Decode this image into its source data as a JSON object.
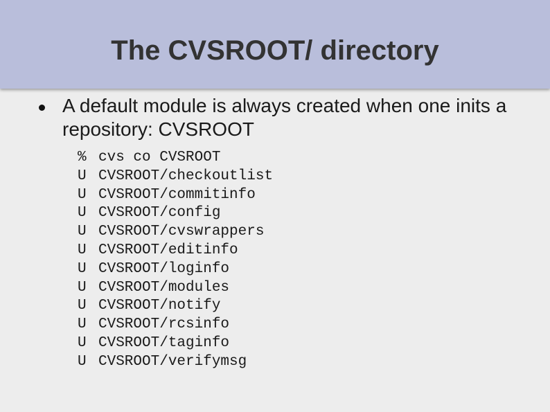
{
  "slide": {
    "title": "The CVSROOT/ directory",
    "bullet": "A default module is always created when one inits a repository: CVSROOT",
    "lines": [
      {
        "flag": "%",
        "text": "cvs co CVSROOT"
      },
      {
        "flag": "U",
        "text": "CVSROOT/checkoutlist"
      },
      {
        "flag": "U",
        "text": "CVSROOT/commitinfo"
      },
      {
        "flag": "U",
        "text": "CVSROOT/config"
      },
      {
        "flag": "U",
        "text": "CVSROOT/cvswrappers"
      },
      {
        "flag": "U",
        "text": "CVSROOT/editinfo"
      },
      {
        "flag": "U",
        "text": "CVSROOT/loginfo"
      },
      {
        "flag": "U",
        "text": "CVSROOT/modules"
      },
      {
        "flag": "U",
        "text": "CVSROOT/notify"
      },
      {
        "flag": "U",
        "text": "CVSROOT/rcsinfo"
      },
      {
        "flag": "U",
        "text": "CVSROOT/taginfo"
      },
      {
        "flag": "U",
        "text": "CVSROOT/verifymsg"
      }
    ]
  }
}
